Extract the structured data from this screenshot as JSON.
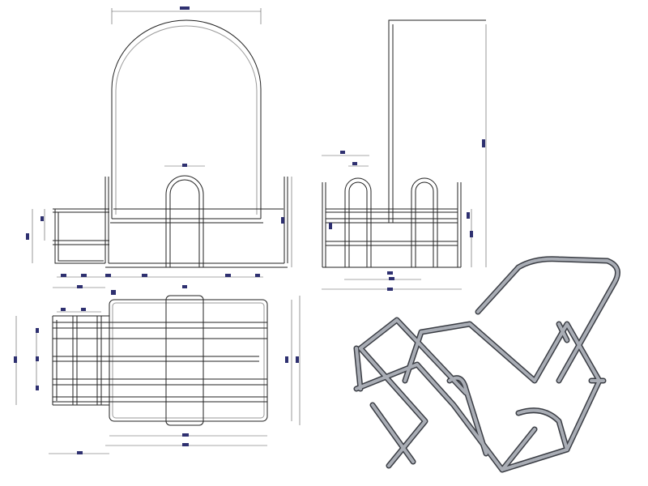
{
  "colors": {
    "wire": "#222222",
    "dimension": "#555555",
    "dimension_label": "#2e3070",
    "iso_outline": "#3a3d44",
    "iso_fill": "#a9adb5"
  },
  "views": [
    "front",
    "side",
    "plan",
    "isometric"
  ]
}
